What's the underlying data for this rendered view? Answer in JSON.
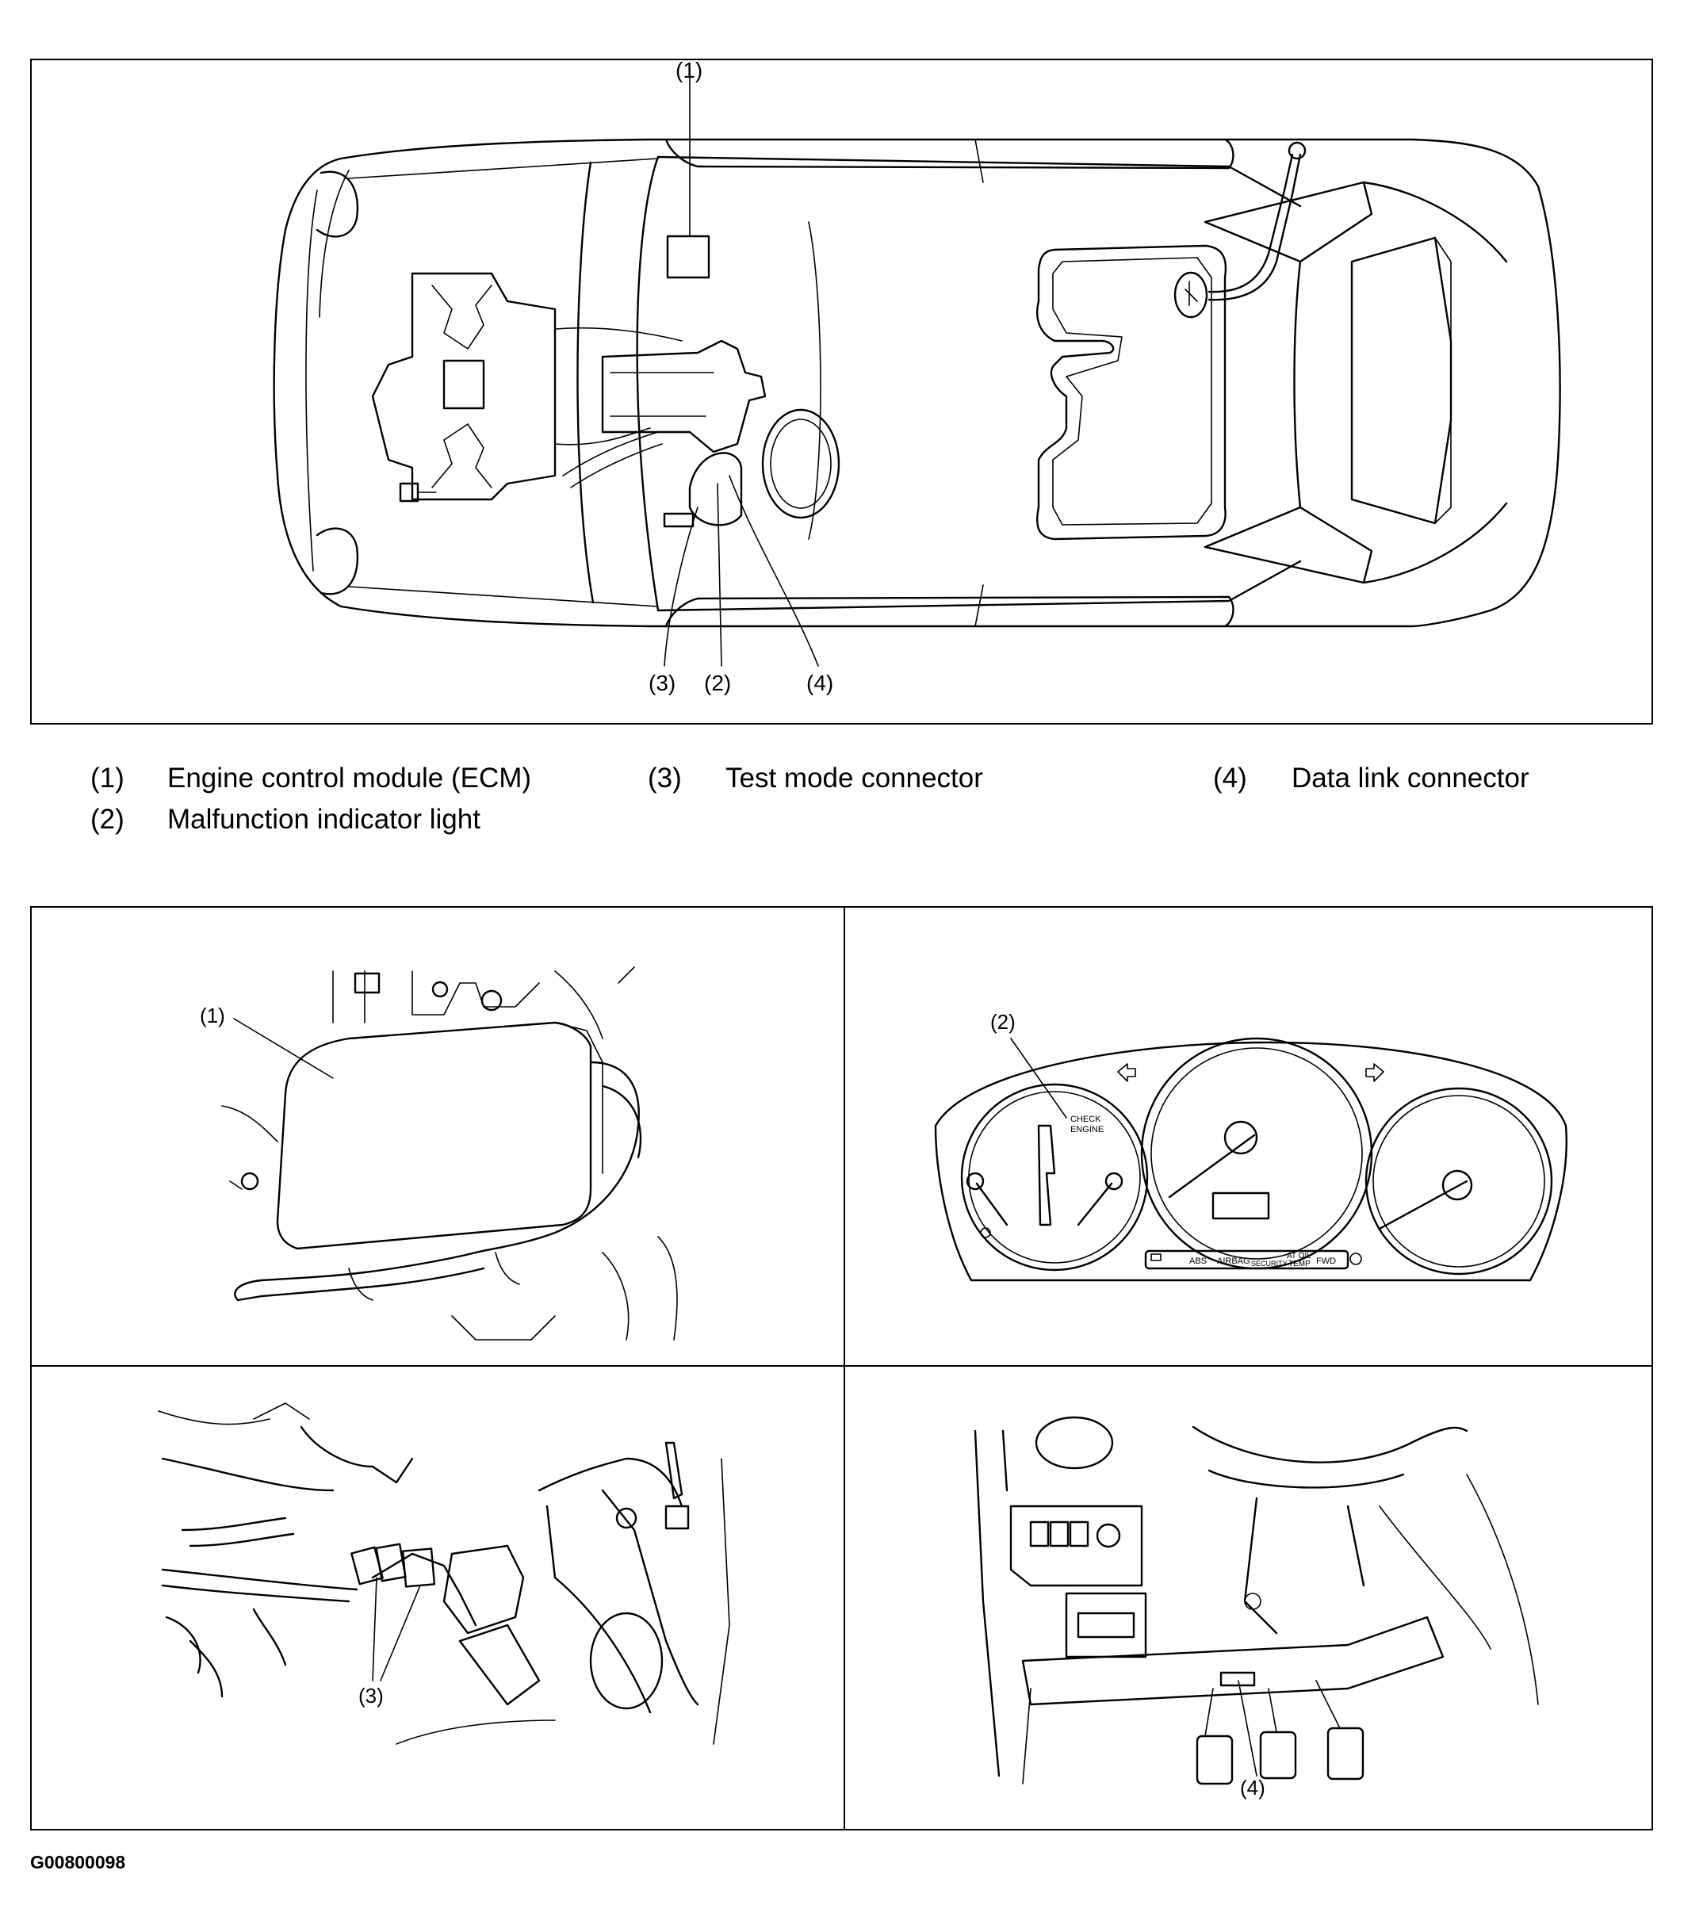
{
  "callouts": {
    "ecm": "(1)",
    "mil": "(2)",
    "test_mode": "(3)",
    "dlc": "(4)"
  },
  "legend": [
    {
      "num": "(1)",
      "label": "Engine control module (ECM)"
    },
    {
      "num": "(2)",
      "label": "Malfunction indicator light"
    },
    {
      "num": "(3)",
      "label": "Test mode connector"
    },
    {
      "num": "(4)",
      "label": "Data link connector"
    }
  ],
  "cluster_labels": {
    "check_engine_1": "CHECK",
    "check_engine_2": "ENGINE",
    "abs": "ABS",
    "airbag": "AIRBAG",
    "security": "SECURITY",
    "at_oil_1": "AT OIL",
    "at_oil_2": "TEMP",
    "fwd": "FWD"
  },
  "figure_id": "G00800098"
}
